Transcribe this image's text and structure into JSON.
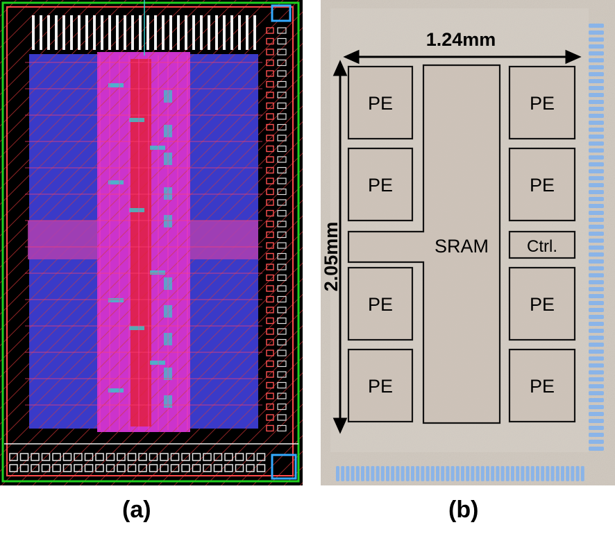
{
  "panel_a": {
    "caption": "(a)",
    "colors": {
      "background": "#000000",
      "core": "#3a3ac8",
      "logic": "#cc33cc",
      "hatch": "#cc3030",
      "wire": "#ff2a5c",
      "cyan": "#33cccc",
      "green": "#1fd01f"
    }
  },
  "panel_b": {
    "caption": "(b)",
    "width_label": "1.24mm",
    "height_label": "2.05mm",
    "blocks": {
      "pe_left_1": "PE",
      "pe_left_2": "PE",
      "pe_left_3": "PE",
      "pe_left_4": "PE",
      "pe_right_1": "PE",
      "pe_right_2": "PE",
      "pe_right_3": "PE",
      "pe_right_4": "PE",
      "sram": "SRAM",
      "ctrl": "Ctrl."
    },
    "colors": {
      "die": "#cfc7bd",
      "block_outline": "#111111",
      "pads": "#8ab4e8",
      "text": "#000000"
    }
  }
}
